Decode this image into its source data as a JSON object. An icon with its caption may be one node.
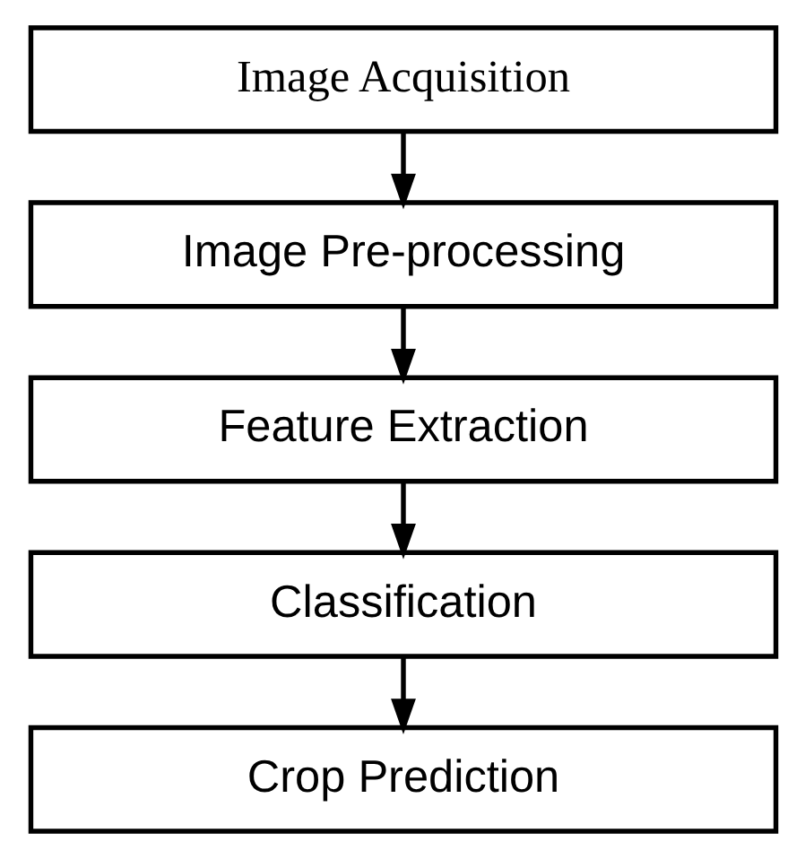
{
  "diagram": {
    "nodes": [
      {
        "text": [
          "Image Acquisition"
        ]
      },
      {
        "text": [
          "Image Pre-processing"
        ]
      },
      {
        "text": [
          "Feature Extraction"
        ]
      },
      {
        "text": [
          "Classification"
        ]
      },
      {
        "text": [
          "Crop Prediction"
        ]
      }
    ],
    "edges": [
      {
        "from": 0,
        "to": 1,
        "arrow": "to"
      },
      {
        "from": 1,
        "to": 2,
        "arrow": "to"
      },
      {
        "from": 2,
        "to": 3,
        "arrow": "to"
      },
      {
        "from": 3,
        "to": 4,
        "arrow": "to"
      }
    ]
  }
}
